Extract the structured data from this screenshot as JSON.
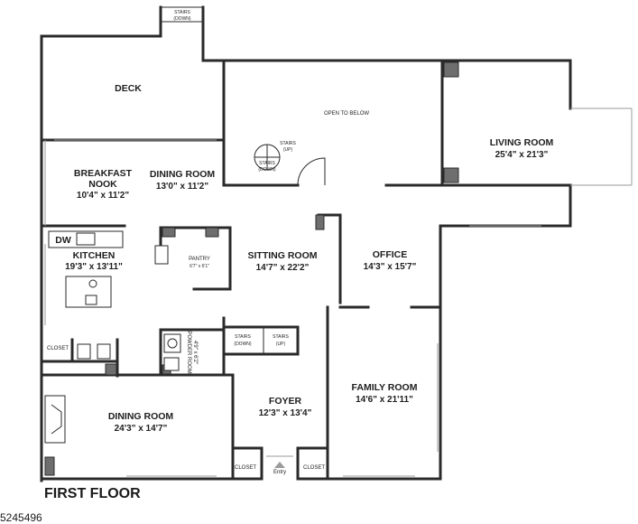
{
  "floor_title": "FIRST FLOOR",
  "listing_id": "5245496",
  "labels": {
    "stairs_down_top": [
      "STAIRS",
      "(DOWN)"
    ],
    "deck": "DECK",
    "open_to_below": "OPEN TO BELOW",
    "stairs_up_loft": [
      "STAIRS",
      "(UP)"
    ],
    "stairs_down_loft": [
      "STAIRS",
      "(DOWN)"
    ],
    "living_room": {
      "name": "LIVING ROOM",
      "dims": "25'4\" x 21'3\""
    },
    "breakfast_nook": {
      "name": [
        "BREAKFAST",
        "NOOK"
      ],
      "dims": "10'4\" x 11'2\""
    },
    "dining_room_upper": {
      "name": "DINING ROOM",
      "dims": "13'0\" x 11'2\""
    },
    "dw": "DW",
    "kitchen": {
      "name": "KITCHEN",
      "dims": "19'3\" x 13'11\""
    },
    "pantry": {
      "name": "PANTRY",
      "dims": "6'7\" x 6'1\""
    },
    "sitting_room": {
      "name": "SITTING ROOM",
      "dims": "14'7\" x 22'2\""
    },
    "office": {
      "name": "OFFICE",
      "dims": "14'3\" x 15'7\""
    },
    "closet_kitchen": "CLOSET",
    "powder_room": {
      "name": "POWDER ROOM",
      "dims": "4'9\" x 6'2\""
    },
    "stairs_down_hall": [
      "STAIRS",
      "(DOWN)"
    ],
    "stairs_up_hall": [
      "STAIRS",
      "(UP)"
    ],
    "family_room": {
      "name": "FAMILY ROOM",
      "dims": "14'6\" x 21'11\""
    },
    "dining_room_lower": {
      "name": "DINING ROOM",
      "dims": "24'3\" x 14'7\""
    },
    "foyer": {
      "name": "FOYER",
      "dims": "12'3\" x 13'4\""
    },
    "closet_left": "CLOSET",
    "entry": "Entry",
    "closet_right": "CLOSET"
  }
}
